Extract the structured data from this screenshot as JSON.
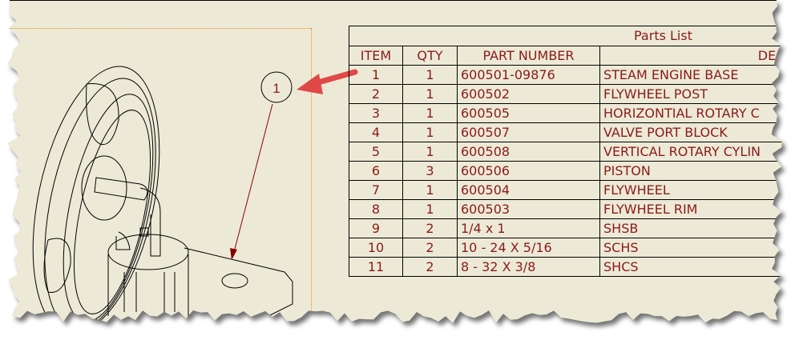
{
  "colors": {
    "paper": "#ecead6",
    "text": "#8b1a1a",
    "arrow": "#e04848",
    "border": "#f08a20"
  },
  "balloon": {
    "label": "1"
  },
  "parts_list": {
    "title": "Parts List",
    "headers": [
      "ITEM",
      "QTY",
      "PART NUMBER",
      "DE"
    ],
    "rows": [
      [
        "1",
        "1",
        "600501-09876",
        "STEAM ENGINE BASE"
      ],
      [
        "2",
        "1",
        "600502",
        "FLYWHEEL POST"
      ],
      [
        "3",
        "1",
        "600505",
        "HORIZONTIAL ROTARY C"
      ],
      [
        "4",
        "1",
        "600507",
        "VALVE PORT BLOCK"
      ],
      [
        "5",
        "1",
        "600508",
        "VERTICAL ROTARY CYLIN"
      ],
      [
        "6",
        "3",
        "600506",
        "PISTON"
      ],
      [
        "7",
        "1",
        "600504",
        "FLYWHEEL"
      ],
      [
        "8",
        "1",
        "600503",
        "FLYWHEEL RIM"
      ],
      [
        "9",
        "2",
        "1/4 x 1",
        "SHSB"
      ],
      [
        "10",
        "2",
        "10 - 24 X 5/16",
        "SCHS"
      ],
      [
        "11",
        "2",
        "8 - 32 X 3/8",
        "SHCS"
      ]
    ]
  }
}
